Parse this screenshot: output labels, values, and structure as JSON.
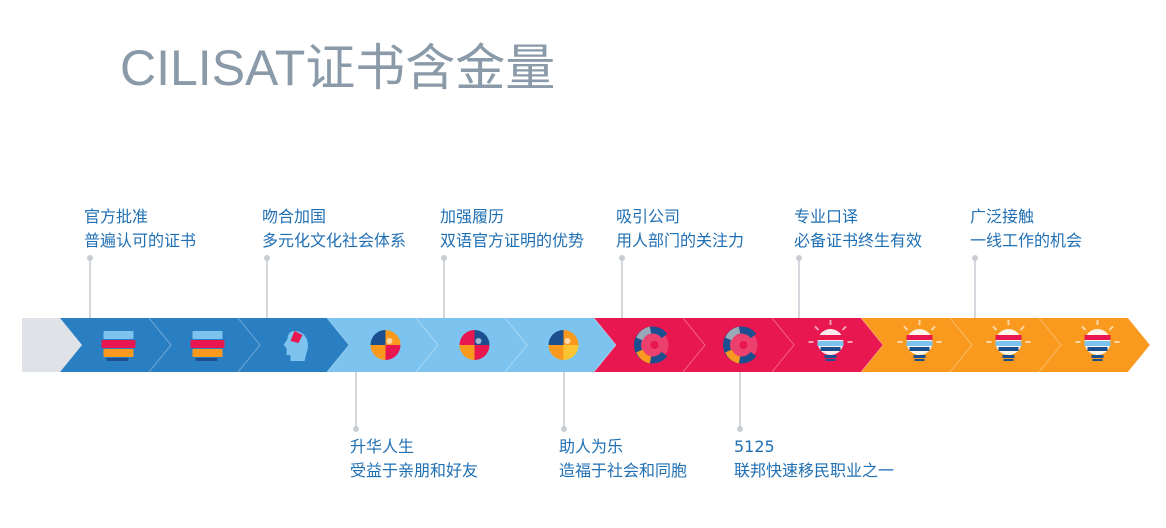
{
  "title": "CILISAT证书含金量",
  "colors": {
    "start": "#dfe3e7",
    "blue_dark": "#2a7fc3",
    "blue_light": "#7cc4ef",
    "red": "#e8174f",
    "orange": "#f99a1e",
    "label_text": "#1f6fb3",
    "title_text": "#8a9aa8",
    "leader": "#d4d8dc"
  },
  "milestones": [
    {
      "line1": "官方批准",
      "line2": "普遍认可的证书",
      "position": "top"
    },
    {
      "line1": "吻合加国",
      "line2": "多元化文化社会体系",
      "position": "top"
    },
    {
      "line1": "加强履历",
      "line2": "双语官方证明的优势",
      "position": "top"
    },
    {
      "line1": "吸引公司",
      "line2": "用人部门的关注力",
      "position": "top"
    },
    {
      "line1": "专业口译",
      "line2": "必备证书终生有效",
      "position": "top"
    },
    {
      "line1": "广泛接触",
      "line2": "一线工作的机会",
      "position": "top"
    },
    {
      "line1": "升华人生",
      "line2": "受益于亲朋和好友",
      "position": "bottom"
    },
    {
      "line1": "助人为乐",
      "line2": "造福于社会和同胞",
      "position": "bottom"
    },
    {
      "line1": "5125",
      "line2": "联邦快速移民职业之一",
      "position": "bottom"
    }
  ],
  "segments": [
    {
      "color": "blue_dark",
      "icon": "stack-icon"
    },
    {
      "color": "blue_dark",
      "icon": "stack-icon"
    },
    {
      "color": "blue_dark",
      "icon": "profile-head-icon"
    },
    {
      "color": "blue_light",
      "icon": "puzzle-head-icon"
    },
    {
      "color": "blue_light",
      "icon": "puzzle-head-icon"
    },
    {
      "color": "blue_light",
      "icon": "puzzle-head-icon"
    },
    {
      "color": "red",
      "icon": "pie-c-icon"
    },
    {
      "color": "red",
      "icon": "pie-c-icon"
    },
    {
      "color": "red",
      "icon": "lightbulb-icon"
    },
    {
      "color": "orange",
      "icon": "lightbulb-icon"
    },
    {
      "color": "orange",
      "icon": "lightbulb-icon"
    },
    {
      "color": "orange",
      "icon": "lightbulb-icon"
    }
  ]
}
